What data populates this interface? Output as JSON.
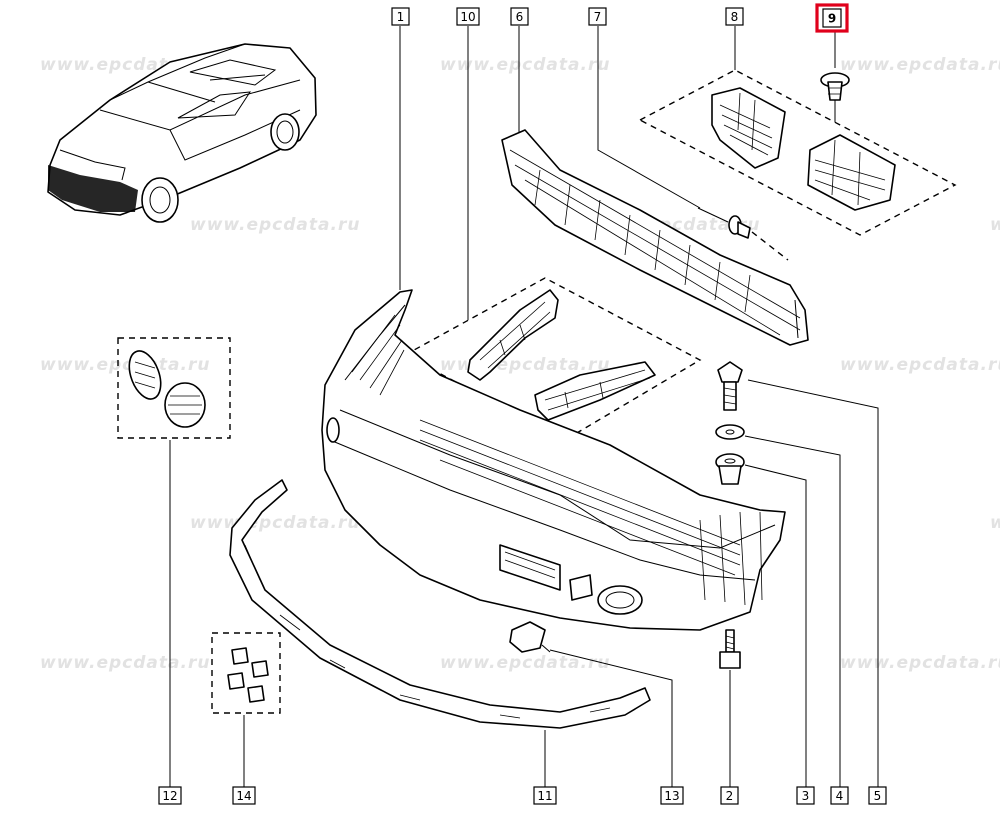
{
  "watermark": "www.epcdata.ru",
  "highlighted_callout": "9",
  "highlight_color": "#e0001b",
  "callouts": [
    {
      "id": "1",
      "label": "1"
    },
    {
      "id": "2",
      "label": "2"
    },
    {
      "id": "3",
      "label": "3"
    },
    {
      "id": "4",
      "label": "4"
    },
    {
      "id": "5",
      "label": "5"
    },
    {
      "id": "6",
      "label": "6"
    },
    {
      "id": "7",
      "label": "7"
    },
    {
      "id": "8",
      "label": "8"
    },
    {
      "id": "9",
      "label": "9"
    },
    {
      "id": "10",
      "label": "10"
    },
    {
      "id": "11",
      "label": "11"
    },
    {
      "id": "12",
      "label": "12"
    },
    {
      "id": "13",
      "label": "13"
    },
    {
      "id": "14",
      "label": "14"
    }
  ]
}
